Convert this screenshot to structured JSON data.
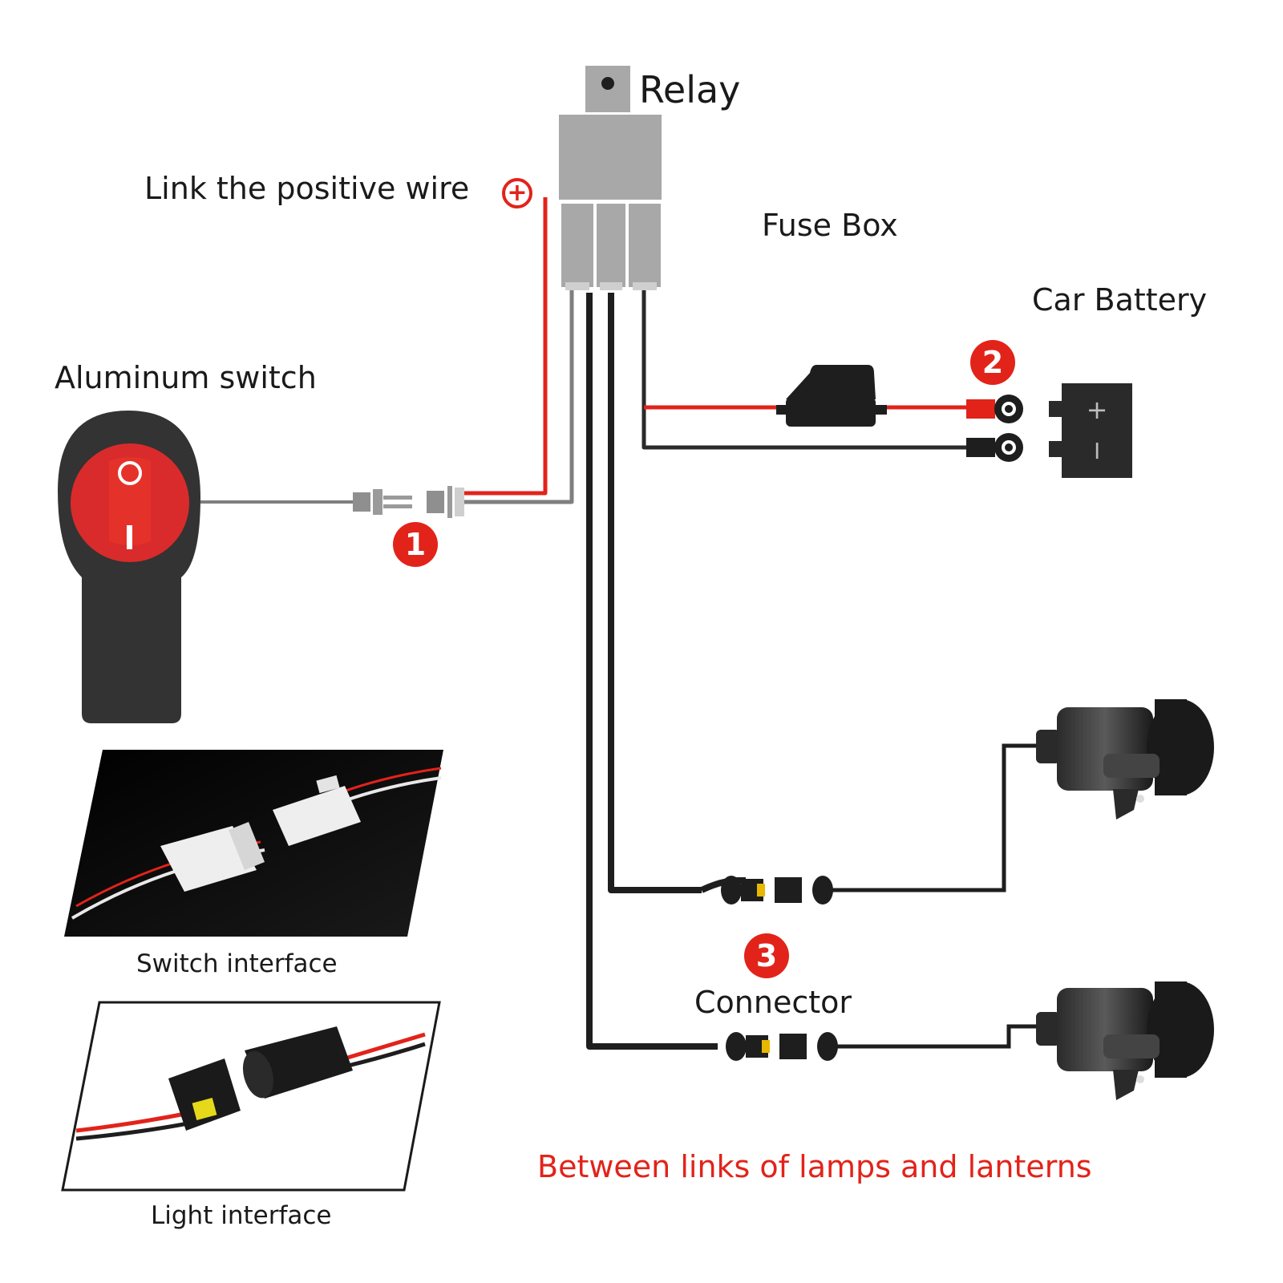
{
  "labels": {
    "relay": "Relay",
    "link_positive": "Link the positive wire",
    "fuse_box": "Fuse Box",
    "car_battery": "Car Battery",
    "aluminum_switch": "Aluminum switch",
    "switch_interface": "Switch interface",
    "light_interface": "Light interface",
    "connector": "Connector",
    "between_links": "Between links of lamps and lanterns"
  },
  "badges": {
    "one": "1",
    "two": "2",
    "three": "3"
  },
  "battery": {
    "plus": "+",
    "minus": "−"
  },
  "colors": {
    "red_wire": "#e2231a",
    "black_wire": "#1e1e1e",
    "gray_wire": "#7f7f7f",
    "relay_gray": "#a8a8a8",
    "switch_body": "#333333",
    "badge_red": "#e2231a"
  },
  "icons": {
    "positive": "plus-circle-icon",
    "switch": "rocker-switch-icon",
    "fuse": "blade-fuse-icon",
    "battery": "battery-icon",
    "lamp": "fog-lamp-icon"
  }
}
